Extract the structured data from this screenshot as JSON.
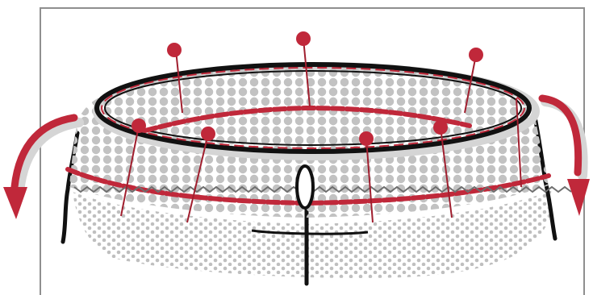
{
  "illustration": {
    "subject": "waistband-attachment-illustration",
    "colors": {
      "background": "#ffffff",
      "frame": "#8f8f8f",
      "outline": "#111111",
      "mesh_dot": "#c2c2c2",
      "under_dot": "#b8b8b8",
      "shadow": "#d5d5d5",
      "pin_head": "#c0283a",
      "pin_stroke": "#a01e2e",
      "twisted_cord": "#c0283a",
      "arrow": "#c0283a",
      "zigzag": "#6e6e6e"
    },
    "pins": {
      "count": 8,
      "icon": "straight-pin-icon"
    },
    "arrows": {
      "count": 2,
      "icon": "curved-down-arrow-icon"
    },
    "opening": {
      "icon": "waist-opening-icon"
    }
  }
}
